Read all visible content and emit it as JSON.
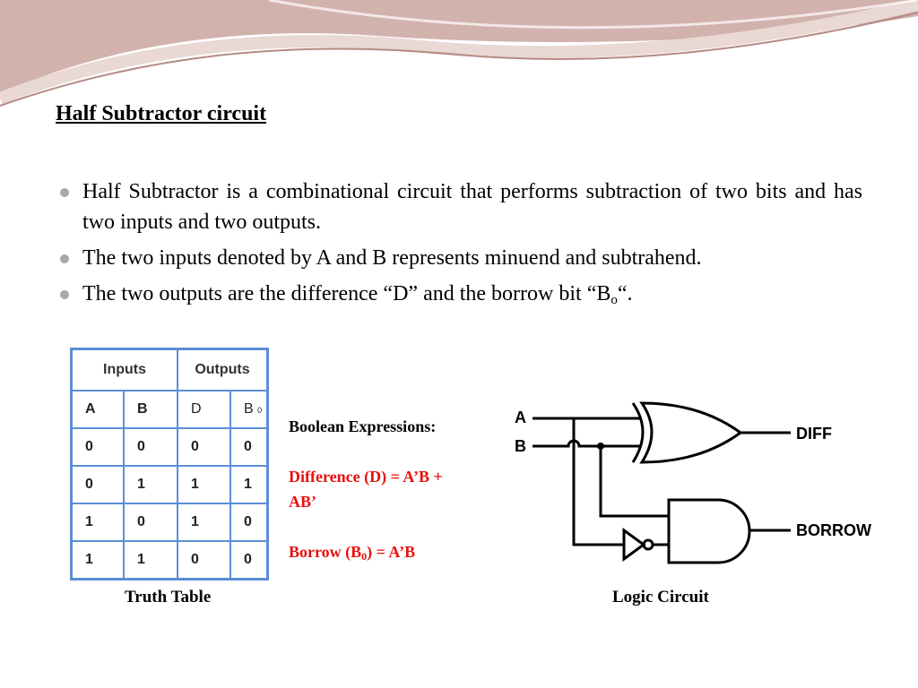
{
  "slide": {
    "title": "Half Subtractor circuit",
    "bullets": [
      "Half Subtractor is a combinational circuit that performs subtraction of two bits and has two inputs and two outputs.",
      "The two inputs denoted by A and B represents minuend and subtrahend."
    ],
    "bullet3": {
      "pre": "The two outputs are the difference “D” and the borrow bit “B",
      "sub": "o",
      "post": "“."
    }
  },
  "truth_table": {
    "group_headers": [
      "Inputs",
      "Outputs"
    ],
    "columns": {
      "a": "A",
      "b": "B",
      "d": "D",
      "bo_main": "B",
      "bo_sub": "0"
    },
    "rows": [
      [
        "0",
        "0",
        "0",
        "0"
      ],
      [
        "0",
        "1",
        "1",
        "1"
      ],
      [
        "1",
        "0",
        "1",
        "0"
      ],
      [
        "1",
        "1",
        "0",
        "0"
      ]
    ],
    "caption": "Truth Table"
  },
  "boolean": {
    "heading": "Boolean Expressions:",
    "difference_line1": "Difference (D) = A’B +",
    "difference_line2": "AB’",
    "borrow_pre": "Borrow (B",
    "borrow_sub": "0",
    "borrow_post": ") = A’B"
  },
  "circuit": {
    "input_a": "A",
    "input_b": "B",
    "output_diff": "DIFF",
    "output_borrow": "BORROW",
    "caption": "Logic Circuit"
  },
  "colors": {
    "header_wave": "#c9a59d",
    "table_border": "#5b8ed6",
    "expression_red": "#e8100c",
    "bullet_dot": "#a8a8a8"
  }
}
